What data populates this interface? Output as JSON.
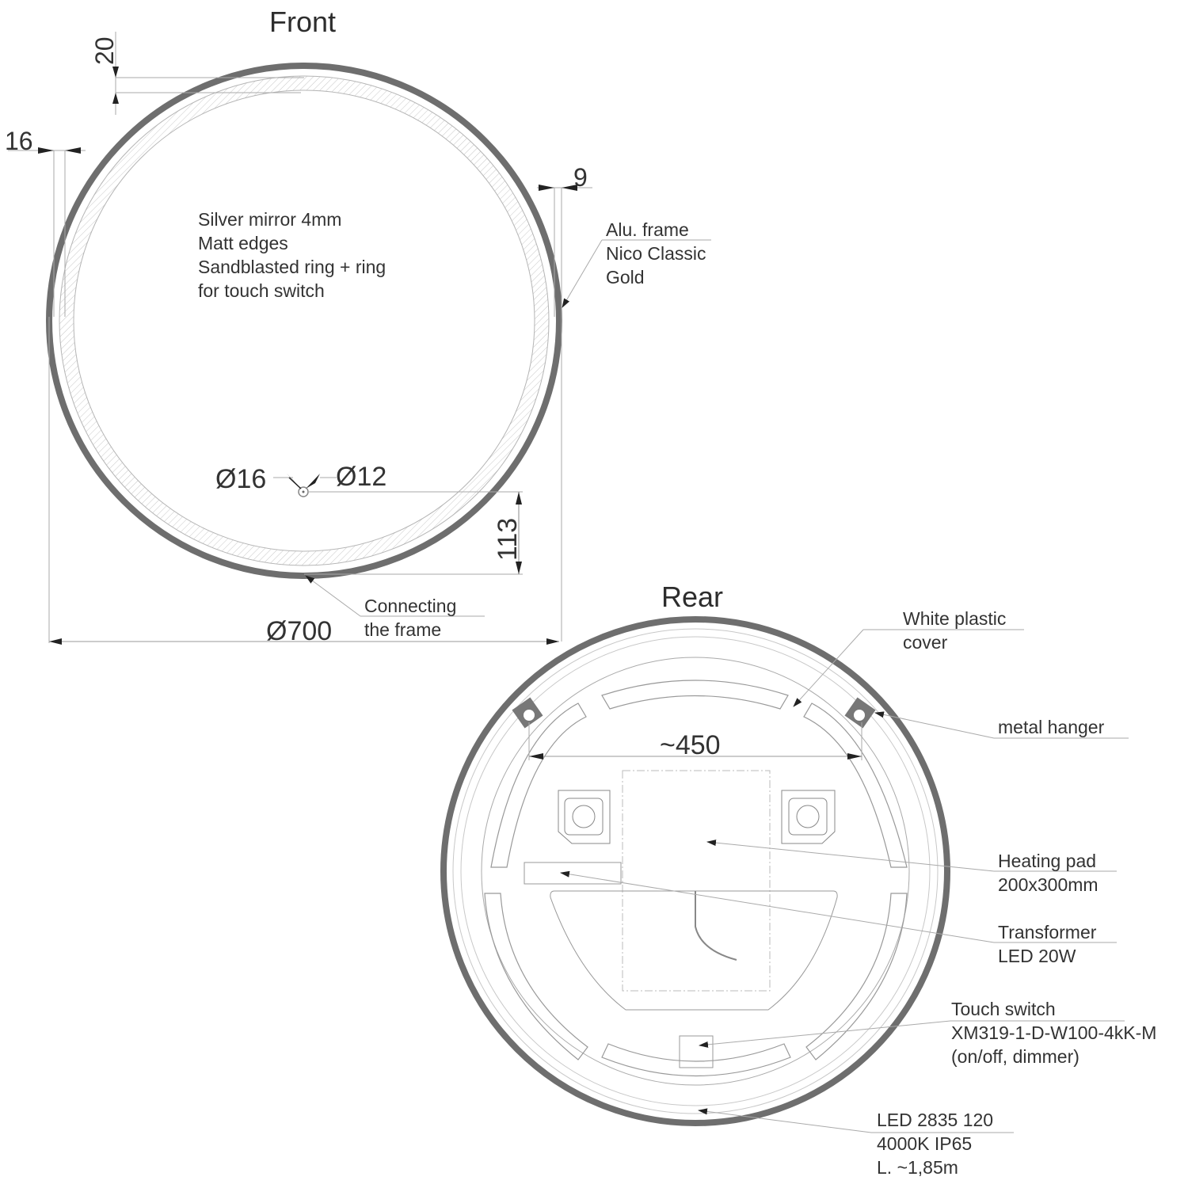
{
  "views": {
    "front": {
      "title": "Front",
      "material_note": [
        "Silver mirror 4mm",
        "Matt  edges",
        "Sandblasted ring + ring",
        "for touch switch"
      ],
      "dimensions": {
        "top_ring_offset": "20",
        "side_ring_offset": "16",
        "frame_width": "9",
        "switch_outer_diameter": "Ø16",
        "switch_inner_diameter": "Ø12",
        "switch_height_from_bottom": "113",
        "overall_diameter": "Ø700"
      },
      "callouts": {
        "frame": [
          "Alu. frame",
          "Nico Classic",
          "Gold"
        ],
        "joint": [
          "Connecting",
          "the frame"
        ]
      }
    },
    "rear": {
      "title": "Rear",
      "dimensions": {
        "hanger_spacing": "~450"
      },
      "callouts": {
        "cover": [
          "White plastic",
          "cover"
        ],
        "hanger": [
          "metal hanger"
        ],
        "heating_pad": [
          "Heating pad",
          "200x300mm"
        ],
        "transformer": [
          "Transformer",
          "LED 20W"
        ],
        "touch_switch": [
          "Touch switch",
          "XM319-1-D-W100-4kK-M",
          "(on/off, dimmer)"
        ],
        "led_strip": [
          "LED 2835 120",
          "4000K IP65",
          "L. ~1,85m"
        ]
      }
    }
  },
  "colors": {
    "frame": "#6e6e6e",
    "line": "#9a9a9a",
    "text": "#2d2d2d"
  }
}
